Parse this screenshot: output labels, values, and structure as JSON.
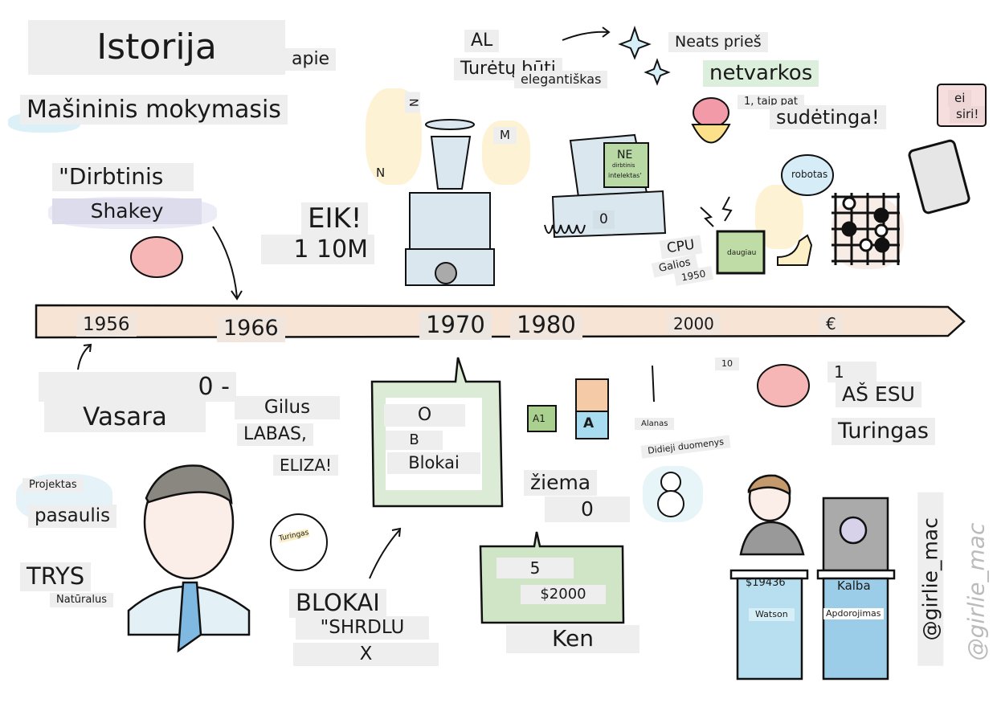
{
  "title": {
    "main": "Istorija",
    "apie": "apie",
    "subtitle": "Mašininis mokymasis"
  },
  "top": {
    "dirbtinis": "\"Dirbtinis",
    "shakey": "Shakey",
    "eik": "EIK!",
    "ten_m": "1 10M",
    "al": "AL",
    "turetu": "Turėtų būti",
    "elegantiskas": "elegantiškas",
    "ne": "NE",
    "dirbtinis_small": "dirbtinis",
    "intelektas": "intelektas'",
    "computer_zero": "0",
    "neats": "Neats prieš",
    "netvarkos": "netvarkos",
    "taip_pat": "1, taip pat",
    "sudetinga": "sudėtinga!",
    "ei": "ei",
    "siri": "siri!",
    "robotas": "robotas",
    "cpu": "CPU",
    "galios": "Galios",
    "y1950": "1950",
    "daugiau": "daugiau",
    "n1": "N",
    "n2": "N",
    "m": "M"
  },
  "timeline": {
    "years": [
      "1956",
      "1966",
      "1970",
      "1980",
      "2000",
      "€"
    ],
    "color": "#f7e4d4"
  },
  "bottom": {
    "zero_dash": "0 -",
    "vasara": "Vasara",
    "gilus": "Gilus",
    "labas": "LABAS,",
    "eliza": "ELIZA!",
    "o": "O",
    "b": "B",
    "blokai": "Blokai",
    "a1": "A1",
    "a": "A",
    "ziema": "žiema",
    "ziema_zero": "0",
    "five": "5",
    "usd2000": "$2000",
    "ken": "Ken",
    "projektas": "Projektas",
    "pasaulis": "pasaulis",
    "trys": "TRYS",
    "naturalus": "Natūralus",
    "turingas_bubble": "Turingas",
    "blokai_caps": "BLOKAI",
    "shrdlu": "\"SHRDLU",
    "x": "X",
    "alanas": "Alanas",
    "didieji": "Didieji duomenys",
    "ten": "10",
    "one": "1",
    "as_esu": "AŠ ESU",
    "turingas": "Turingas",
    "score": "$19436",
    "watson": "Watson",
    "kalba": "Kalba",
    "apdorojimas": "Apdorojimas",
    "author": "@girlie_mac",
    "watermark": "@girlie_mac"
  }
}
